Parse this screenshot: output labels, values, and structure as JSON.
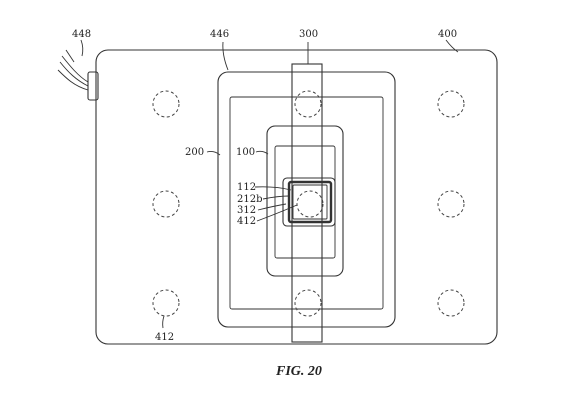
{
  "figure": {
    "caption": "FIG. 20",
    "labels": {
      "cable": "448",
      "base_outline": "446",
      "strap": "300",
      "base": "400",
      "device_200": "200",
      "device_100": "100",
      "label_112": "112",
      "label_212b": "212b",
      "label_312": "312",
      "label_412_inner": "412",
      "label_412_bottom": "412"
    }
  }
}
